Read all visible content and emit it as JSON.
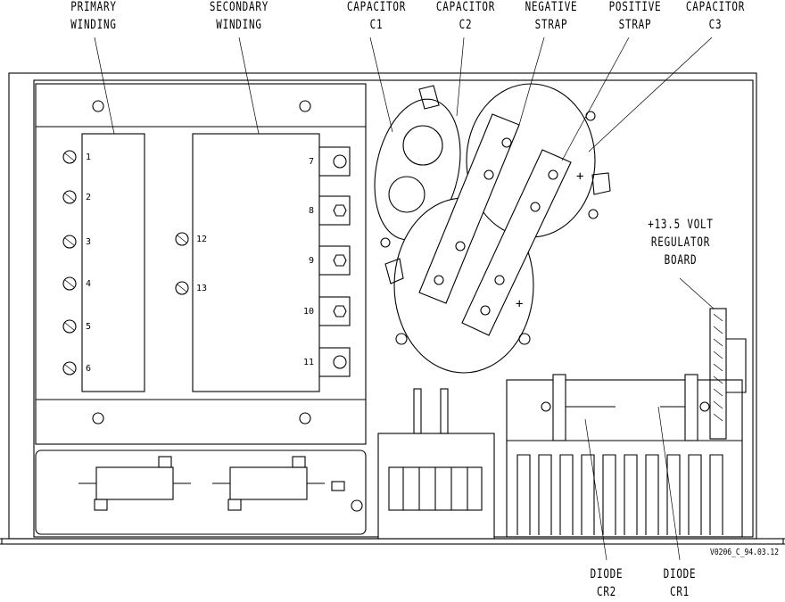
{
  "labels": {
    "primary_winding": [
      "PRIMARY",
      "WINDING"
    ],
    "secondary_winding": [
      "SECONDARY",
      "WINDING"
    ],
    "capacitor_c1": [
      "CAPACITOR",
      "C1"
    ],
    "capacitor_c2": [
      "CAPACITOR",
      "C2"
    ],
    "negative_strap": [
      "NEGATIVE",
      "STRAP"
    ],
    "positive_strap": [
      "POSITIVE",
      "STRAP"
    ],
    "capacitor_c3": [
      "CAPACITOR",
      "C3"
    ],
    "regulator_board": [
      "+13.5 VOLT",
      "REGULATOR",
      "BOARD"
    ],
    "diode_cr2": [
      "DIODE",
      "CR2"
    ],
    "diode_cr1": [
      "DIODE",
      "CR1"
    ]
  },
  "primary_terminals": [
    "1",
    "2",
    "3",
    "4",
    "5",
    "6"
  ],
  "secondary_terminals_left": [
    "12",
    "13"
  ],
  "secondary_terminals_right": [
    "7",
    "8",
    "9",
    "10",
    "11"
  ],
  "polarity_marks": [
    "+",
    "+"
  ],
  "drawing_ref": "V0206_C_94.03.12",
  "colors": {
    "line": "#000000",
    "background": "#ffffff"
  }
}
